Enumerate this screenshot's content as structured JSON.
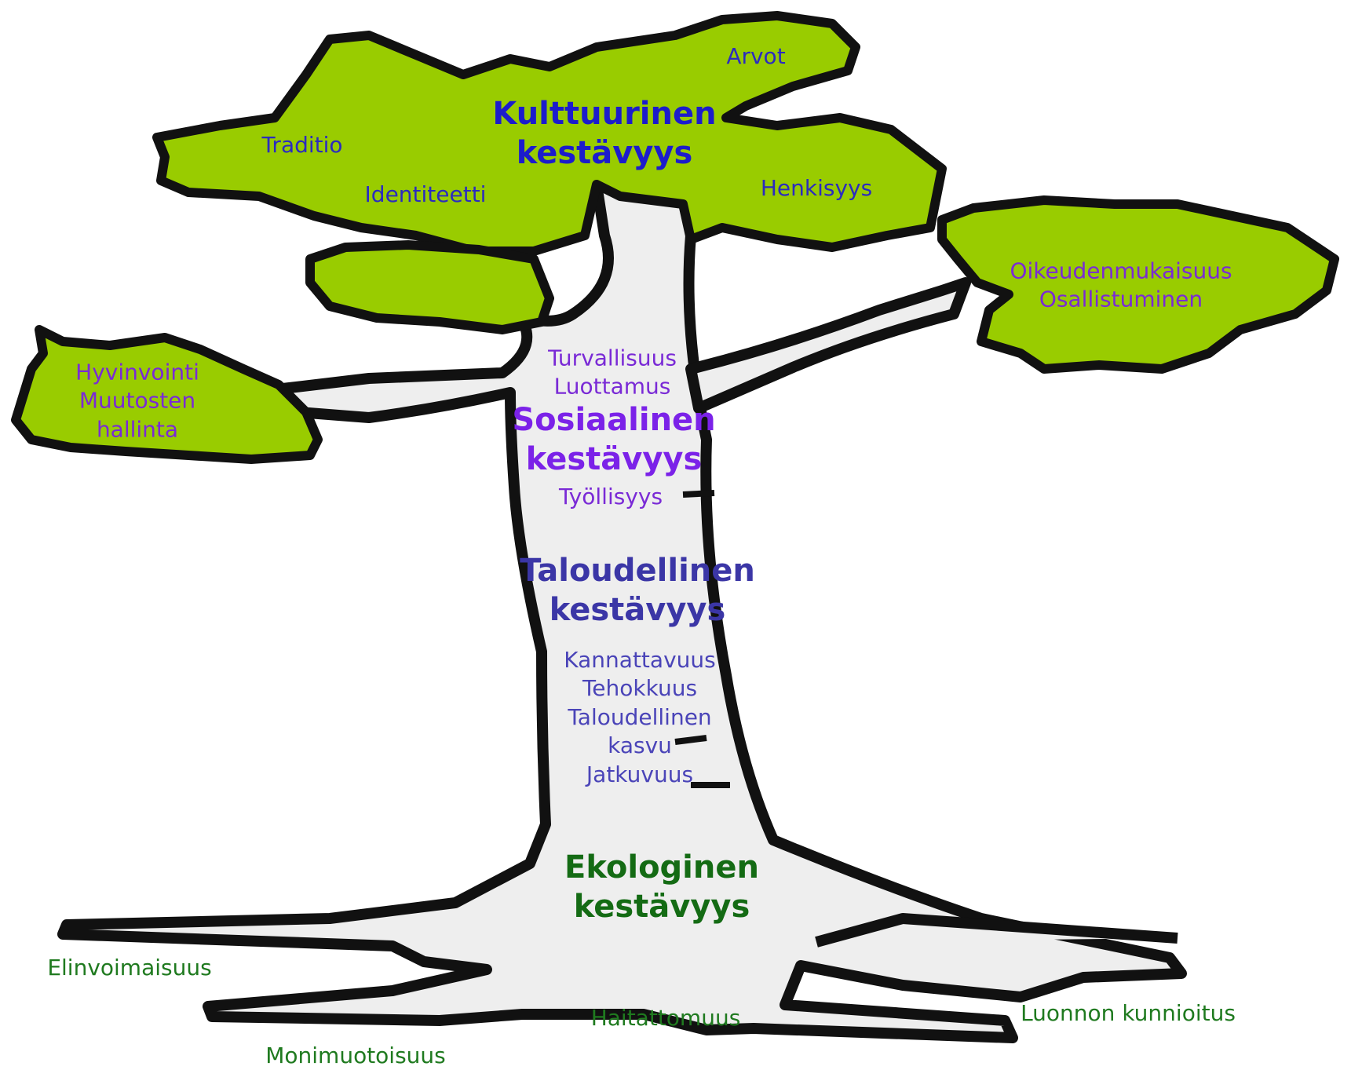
{
  "cultural": {
    "heading": [
      "Kulttuurinen",
      "kestävyys"
    ],
    "items": {
      "arvot": "Arvot",
      "traditio": "Traditio",
      "identiteetti": "Identiteetti",
      "henkisyys": "Henkisyys"
    }
  },
  "social": {
    "heading": [
      "Sosiaalinen",
      "kestävyys"
    ],
    "right_branch": [
      "Oikeudenmukaisuus",
      "Osallistuminen"
    ],
    "left_branch": [
      "Hyvinvointi",
      "Muutosten",
      "hallinta"
    ],
    "trunk_top": [
      "Turvallisuus",
      "Luottamus"
    ],
    "tyollisyys": "Työllisyys"
  },
  "economic": {
    "heading": [
      "Taloudellinen",
      "kestävyys"
    ],
    "items": [
      "Kannattavuus",
      "Tehokkuus",
      "Taloudellinen",
      "kasvu",
      "Jatkuvuus"
    ]
  },
  "ecological": {
    "heading": [
      "Ekologinen",
      "kestävyys"
    ],
    "items": {
      "elinvoimaisuus": "Elinvoimaisuus",
      "monimuotoisuus": "Monimuotoisuus",
      "haitattomuus": "Haitattomuus",
      "luonnon_kunnioitus": "Luonnon kunnioitus"
    }
  },
  "colors": {
    "foliage": "#99cc00",
    "trunk": "#eeeeee",
    "outline": "#111111",
    "cultural": "#1c1ccc",
    "social": "#7b22e8",
    "economic": "#3b36a6",
    "ecological": "#146b14"
  }
}
